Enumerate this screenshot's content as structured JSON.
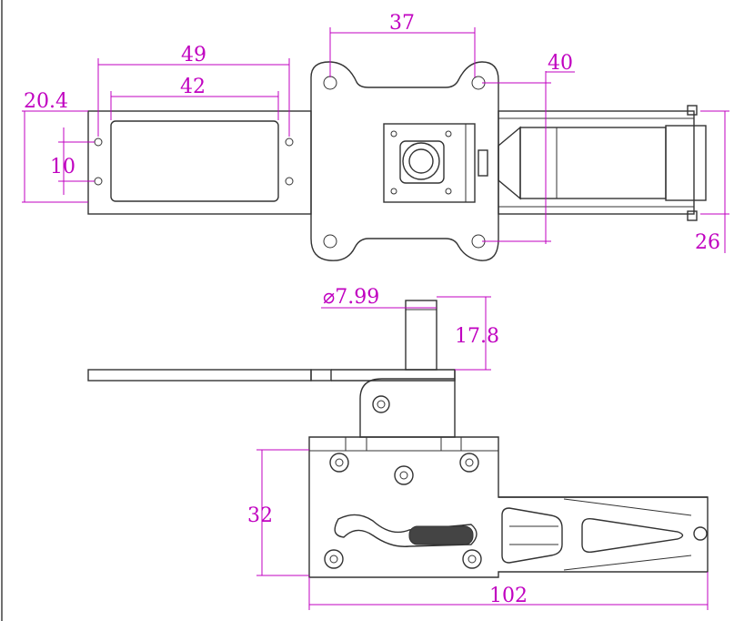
{
  "colors": {
    "dimension": "#c000c0",
    "outline": "#333333",
    "background": "#ffffff"
  },
  "top_view": {
    "dims": {
      "mount_hole_spacing": "37",
      "plate_hole_span": "49",
      "plate_window_width": "42",
      "plate_width": "20.4",
      "plate_hole_spacing": "10",
      "body_offset": "40",
      "body_height": "26"
    }
  },
  "side_view": {
    "dims": {
      "pin_diameter": "⌀7.99",
      "pin_height": "17.8",
      "block_height": "32",
      "overall_length": "102"
    }
  }
}
